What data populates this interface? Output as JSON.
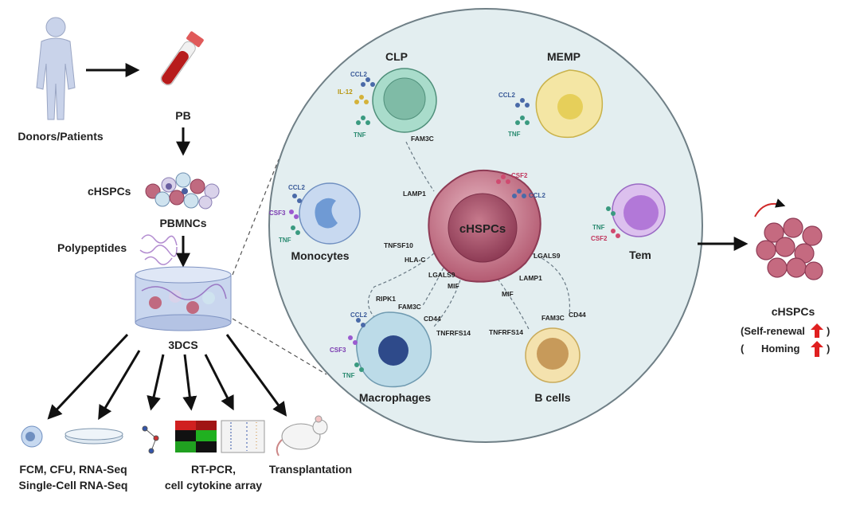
{
  "left": {
    "donors_label": "Donors/Patients",
    "pb_label": "PB",
    "chspcs_label": "cHSPCs",
    "pbmncs_label": "PBMNCs",
    "polypeptides_label": "Polypeptides",
    "dcs_label": "3DCS",
    "methods_left_line1": "FCM, CFU, RNA-Seq",
    "methods_left_line2": "Single-Cell RNA-Seq",
    "methods_mid_line1": "RT-PCR,",
    "methods_mid_line2": "cell cytokine array",
    "methods_right": "Transplantation"
  },
  "circle": {
    "center_cell": "cHSPCs",
    "cells": {
      "clp": "CLP",
      "memp": "MEMP",
      "monocytes": "Monocytes",
      "tem": "Tem",
      "macrophages": "Macrophages",
      "bcells": "B cells"
    },
    "molecules": {
      "ccl2": "CCL2",
      "il12": "IL-12",
      "tnf": "TNF",
      "csf3": "CSF3",
      "csf2": "CSF2"
    },
    "receptors": {
      "fam3c": "FAM3C",
      "lamp1": "LAMP1",
      "tnfsf10": "TNFSF10",
      "hlac": "HLA-C",
      "lgals9": "LGALS9",
      "mif": "MIF",
      "ripk1": "RIPK1",
      "cd44": "CD44",
      "tnfrsf14": "TNFRFS14"
    }
  },
  "right": {
    "title": "cHSPCs",
    "line1": "(Self-renewal",
    "line1_end": ")",
    "line2_start": "(",
    "line2": "Homing",
    "line2_end": ")"
  },
  "colors": {
    "circle_fill": "#e3eef0",
    "chspc": "#b85a72",
    "clp": "#9fd2bf",
    "memp": "#f3e39a",
    "mono": "#a9c4e6",
    "tem": "#c89ee0",
    "macro": "#b9d9e6",
    "bcell": "#f2dca0",
    "up_arrow": "#e02020"
  }
}
